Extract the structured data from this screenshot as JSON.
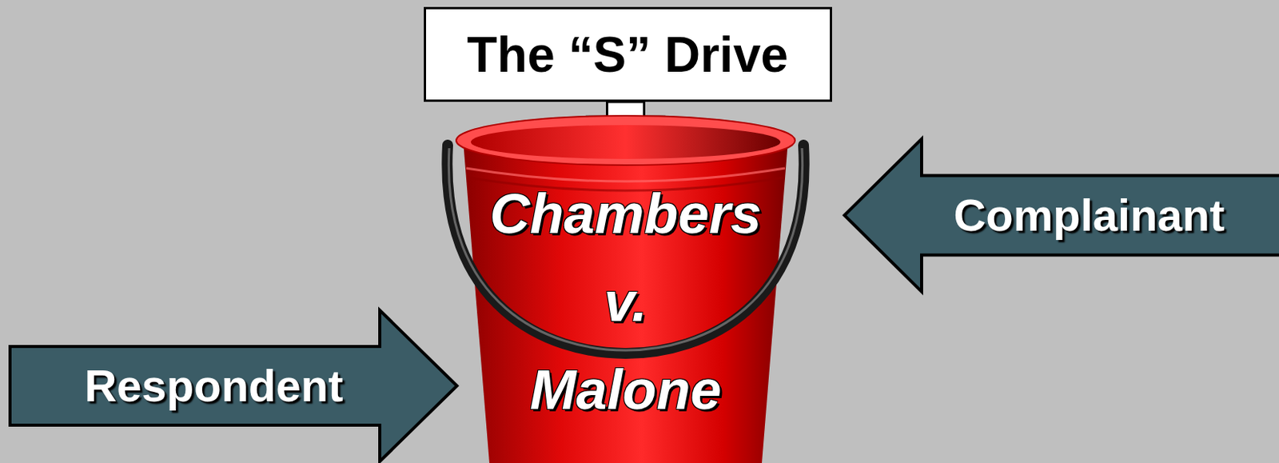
{
  "diagram": {
    "nodes": [
      {
        "text": [
          "The “S” Drive"
        ]
      },
      {
        "text": [
          "Chambers",
          "v.",
          "Malone"
        ]
      },
      {
        "text": [
          "Complainant"
        ]
      },
      {
        "text": [
          "Respondent"
        ]
      }
    ],
    "edges": [
      {
        "from": 0,
        "to": 1,
        "arrow": "to"
      }
    ]
  }
}
